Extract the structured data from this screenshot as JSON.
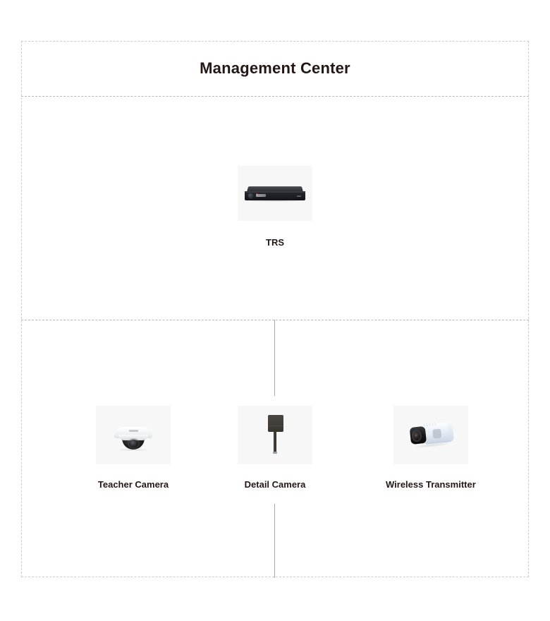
{
  "diagram": {
    "title": "Management Center",
    "nodes": {
      "trs": {
        "label": "TRS",
        "icon": "nvr-recorder-icon"
      },
      "teacher_camera": {
        "label": "Teacher Camera",
        "icon": "dome-camera-icon"
      },
      "detail_camera": {
        "label": "Detail Camera",
        "icon": "box-camera-on-stem-icon"
      },
      "wireless_transmitter": {
        "label": "Wireless Transmitter",
        "icon": "bullet-camera-icon"
      }
    },
    "colors": {
      "frame_border": "#cdcdcd",
      "divider": "#b9b9b9",
      "connector": "#a8a8a8",
      "thumb_background": "#f7f7f7",
      "text": "#231815",
      "page_background": "#ffffff"
    }
  }
}
